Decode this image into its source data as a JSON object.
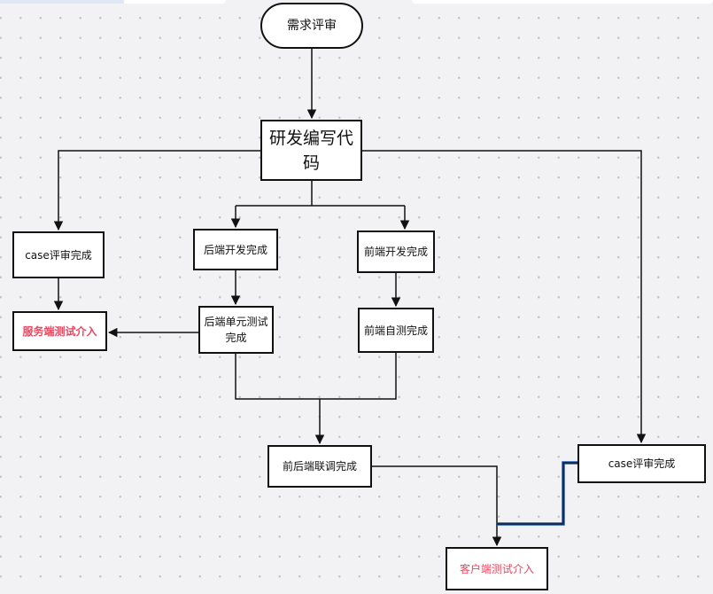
{
  "flowchart": {
    "nodes": {
      "req_review": "需求评审",
      "dev_coding": "研发编写代码",
      "case_review_left": "case评审完成",
      "backend_dev": "后端开发完成",
      "frontend_dev": "前端开发完成",
      "server_test": "服务端测试介入",
      "backend_unit_test": "后端单元测试完成",
      "frontend_selftest": "前端自测完成",
      "integration": "前后端联调完成",
      "case_review_right": "case评审完成",
      "client_test": "客户端测试介入"
    },
    "colors": {
      "node_border": "#111111",
      "edge": "#111111",
      "highlight_text": "#f0455f",
      "highlight_edge": "#1e5ab4"
    }
  }
}
